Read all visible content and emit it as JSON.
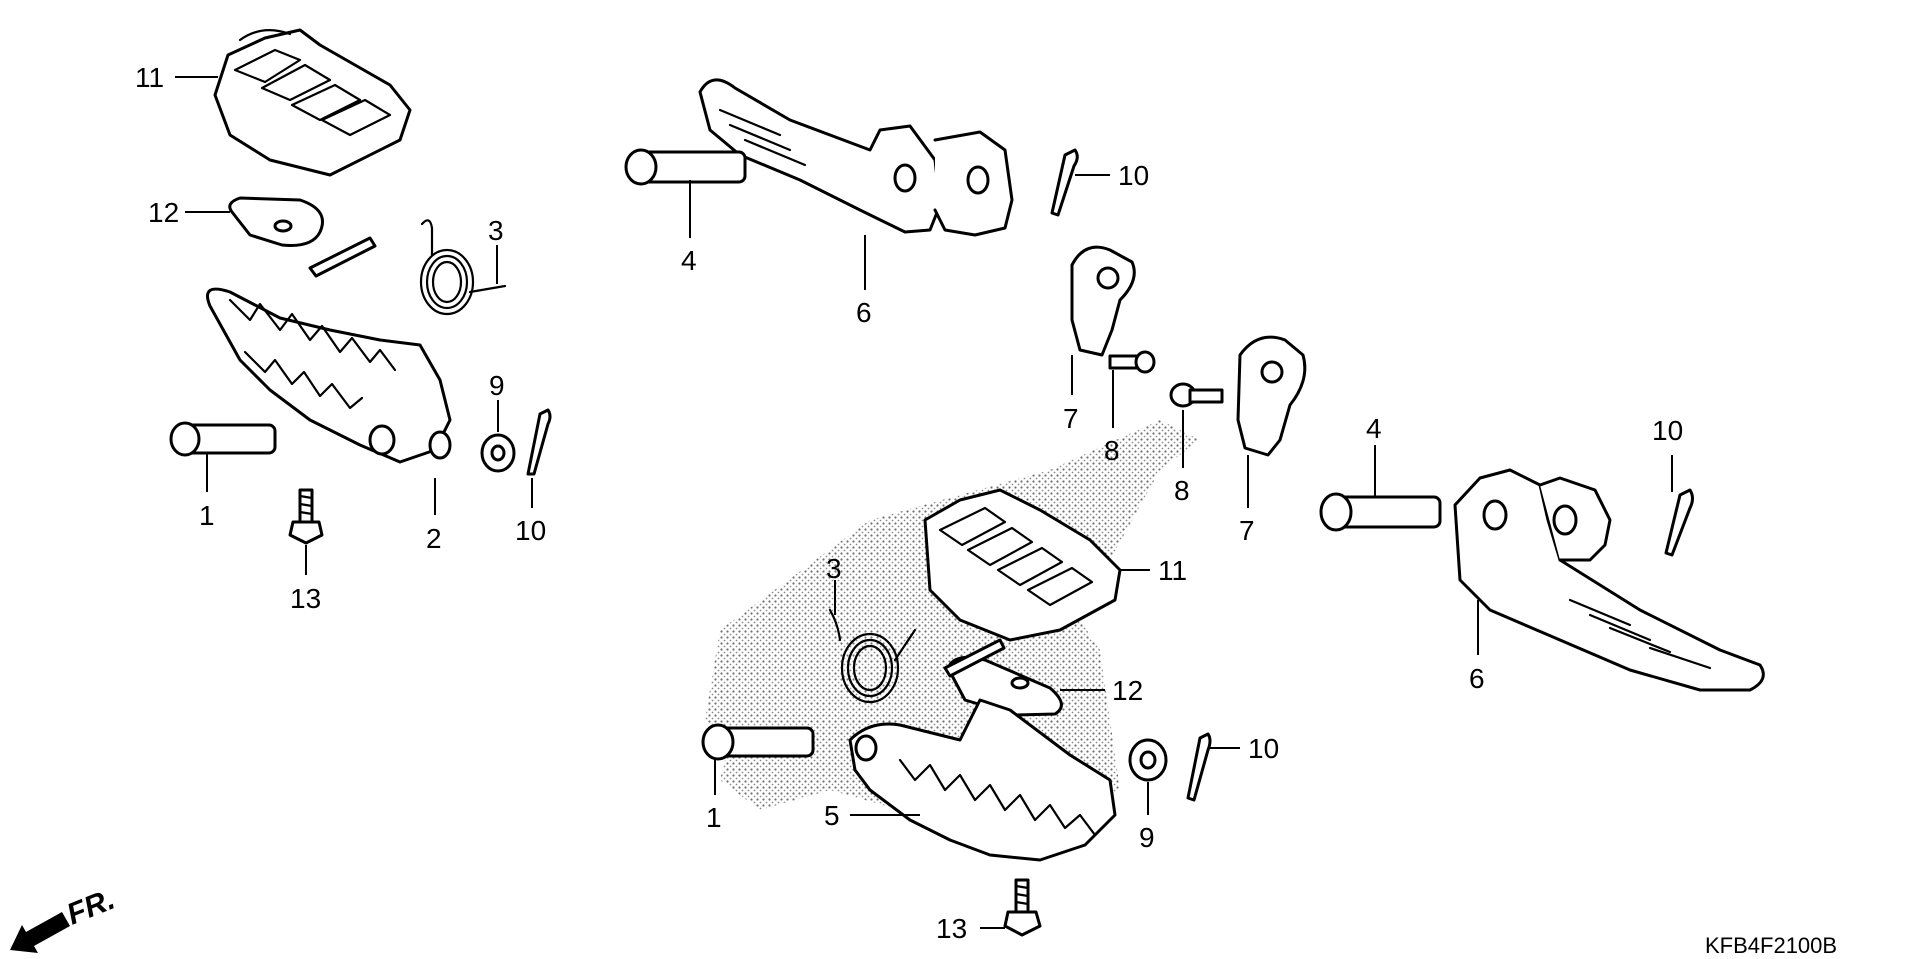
{
  "diagram": {
    "code": "KFB4F2100B",
    "front_indicator": "FR.",
    "callouts": [
      {
        "id": "c11a",
        "text": "11"
      },
      {
        "id": "c12a",
        "text": "12"
      },
      {
        "id": "c3a",
        "text": "3"
      },
      {
        "id": "c1a",
        "text": "1"
      },
      {
        "id": "c2a",
        "text": "2"
      },
      {
        "id": "c9a",
        "text": "9"
      },
      {
        "id": "c10a",
        "text": "10"
      },
      {
        "id": "c13a",
        "text": "13"
      },
      {
        "id": "c4a",
        "text": "4"
      },
      {
        "id": "c6a",
        "text": "6"
      },
      {
        "id": "c10b",
        "text": "10"
      },
      {
        "id": "c7a",
        "text": "7"
      },
      {
        "id": "c8a",
        "text": "8"
      },
      {
        "id": "c8b",
        "text": "8"
      },
      {
        "id": "c7b",
        "text": "7"
      },
      {
        "id": "c4b",
        "text": "4"
      },
      {
        "id": "c10c",
        "text": "10"
      },
      {
        "id": "c6b",
        "text": "6"
      },
      {
        "id": "c3b",
        "text": "3"
      },
      {
        "id": "c11b",
        "text": "11"
      },
      {
        "id": "c12b",
        "text": "12"
      },
      {
        "id": "c10d",
        "text": "10"
      },
      {
        "id": "c1b",
        "text": "1"
      },
      {
        "id": "c5a",
        "text": "5"
      },
      {
        "id": "c9b",
        "text": "9"
      },
      {
        "id": "c13b",
        "text": "13"
      }
    ]
  }
}
